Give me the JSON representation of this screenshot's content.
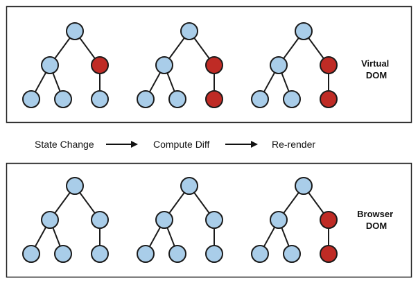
{
  "colors": {
    "node_default": "#a9cde9",
    "node_changed": "#bf2b25",
    "stroke": "#1a1a1a",
    "panel_border": "#222222"
  },
  "panels": [
    {
      "name": "virtual-dom",
      "label_lines": [
        "Virtual",
        "DOM"
      ],
      "trees": [
        {
          "changed": [
            "r"
          ]
        },
        {
          "changed": [
            "r",
            "rc"
          ]
        },
        {
          "changed": [
            "r",
            "rc"
          ]
        }
      ]
    },
    {
      "name": "browser-dom",
      "label_lines": [
        "Browser",
        "DOM"
      ],
      "trees": [
        {
          "changed": []
        },
        {
          "changed": []
        },
        {
          "changed": [
            "r",
            "rc"
          ]
        }
      ]
    }
  ],
  "steps": {
    "state_change": "State Change",
    "compute_diff": "Compute Diff",
    "re_render": "Re-render"
  }
}
